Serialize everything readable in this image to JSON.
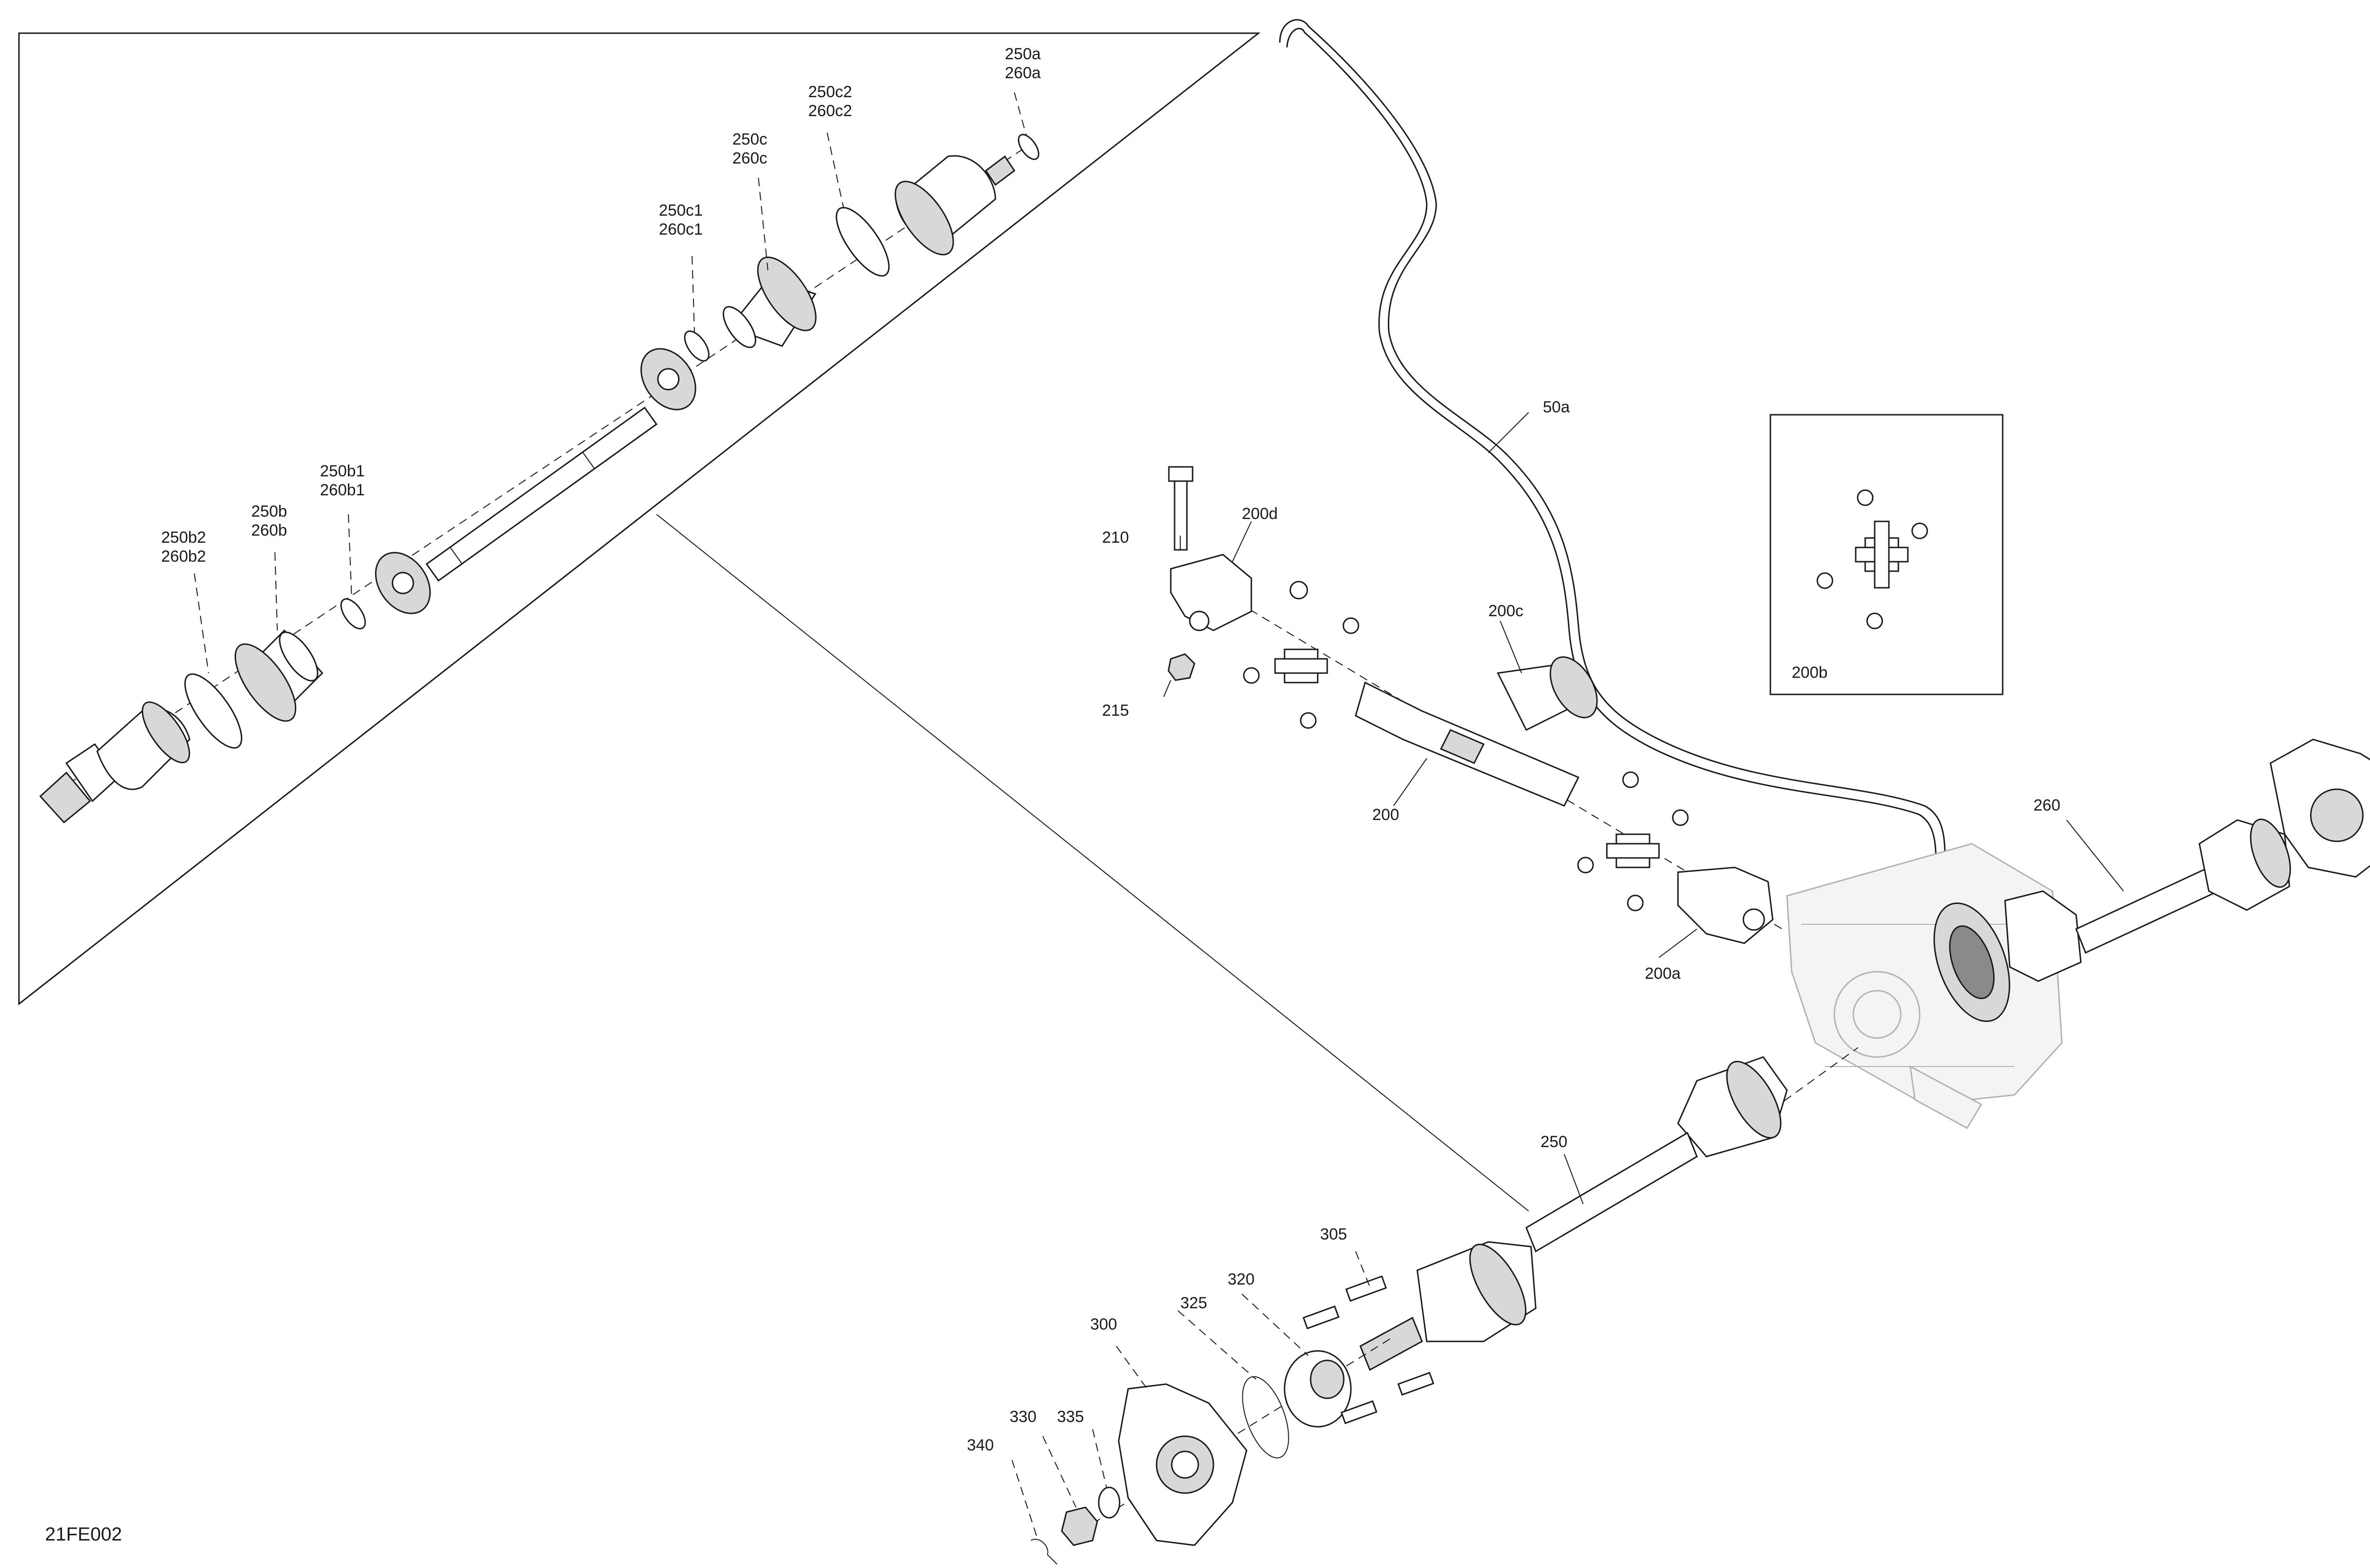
{
  "figure_code": "21FE002",
  "inset_label": "200b",
  "parts": [
    {
      "key": "250a",
      "lines": [
        "250a",
        "260a"
      ]
    },
    {
      "key": "250c2",
      "lines": [
        "250c2",
        "260c2"
      ]
    },
    {
      "key": "250c",
      "lines": [
        "250c",
        "260c"
      ]
    },
    {
      "key": "250c1",
      "lines": [
        "250c1",
        "260c1"
      ]
    },
    {
      "key": "250b1",
      "lines": [
        "250b1",
        "260b1"
      ]
    },
    {
      "key": "250b",
      "lines": [
        "250b",
        "260b"
      ]
    },
    {
      "key": "250b2",
      "lines": [
        "250b2",
        "260b2"
      ]
    },
    {
      "key": "50a",
      "lines": [
        "50a"
      ]
    },
    {
      "key": "210",
      "lines": [
        "210"
      ]
    },
    {
      "key": "200d",
      "lines": [
        "200d"
      ]
    },
    {
      "key": "200c",
      "lines": [
        "200c"
      ]
    },
    {
      "key": "215",
      "lines": [
        "215"
      ]
    },
    {
      "key": "200",
      "lines": [
        "200"
      ]
    },
    {
      "key": "200a",
      "lines": [
        "200a"
      ]
    },
    {
      "key": "260",
      "lines": [
        "260"
      ]
    },
    {
      "key": "250",
      "lines": [
        "250"
      ]
    },
    {
      "key": "305",
      "lines": [
        "305"
      ]
    },
    {
      "key": "320",
      "lines": [
        "320"
      ]
    },
    {
      "key": "325",
      "lines": [
        "325"
      ]
    },
    {
      "key": "300",
      "lines": [
        "300"
      ]
    },
    {
      "key": "330",
      "lines": [
        "330"
      ]
    },
    {
      "key": "335",
      "lines": [
        "335"
      ]
    },
    {
      "key": "340",
      "lines": [
        "340"
      ]
    }
  ]
}
